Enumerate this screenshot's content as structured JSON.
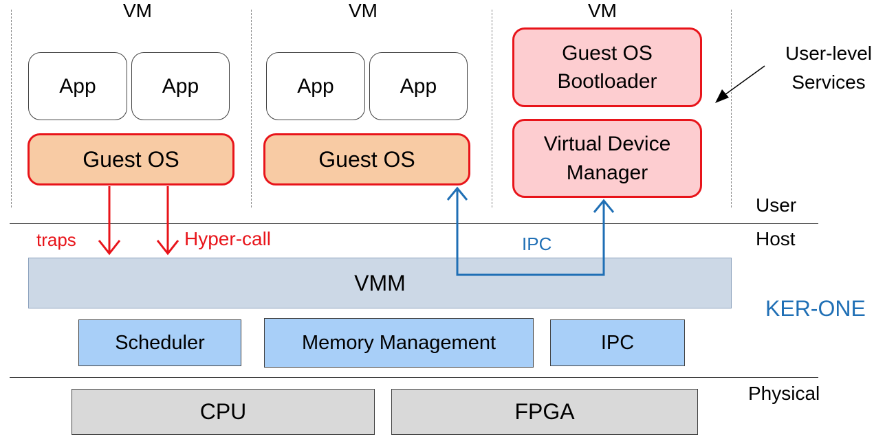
{
  "vms": [
    {
      "label": "VM",
      "apps": [
        "App",
        "App"
      ],
      "os": "Guest OS"
    },
    {
      "label": "VM",
      "apps": [
        "App",
        "App"
      ],
      "os": "Guest OS"
    },
    {
      "label": "VM",
      "services": [
        "Guest OS\nBootloader",
        "Virtual Device\nManager"
      ]
    }
  ],
  "annotations": {
    "user_services": "User-level\nServices",
    "traps": "traps",
    "hypercall": "Hyper-call",
    "ipc": "IPC"
  },
  "layers": {
    "user": "User",
    "host": "Host",
    "kernel_name": "KER-ONE",
    "physical": "Physical"
  },
  "kernel": {
    "vmm": "VMM",
    "components": [
      "Scheduler",
      "Memory Management",
      "IPC"
    ]
  },
  "hardware": [
    "CPU",
    "FPGA"
  ],
  "colors": {
    "guest_os_fill": "#f8cba4",
    "guest_os_border": "#e8141a",
    "service_fill": "#fdcdd0",
    "vmm_fill": "#ccd8e6",
    "kernel_component_fill": "#a8cff8",
    "hardware_fill": "#d9d9d9",
    "trap_arrow": "#e8141a",
    "ipc_arrow": "#1f6fb5",
    "ker_one_text": "#1f6fb5"
  }
}
